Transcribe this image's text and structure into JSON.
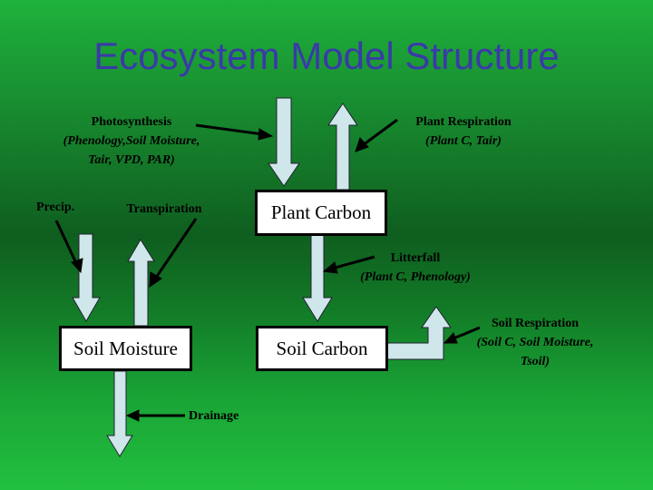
{
  "title": "Ecosystem Model Structure",
  "colors": {
    "title": "#3a3aa8",
    "arrow_fill": "#cfe6ea",
    "box_fill": "#ffffff",
    "pointer": "#000000"
  },
  "boxes": {
    "plant_carbon": "Plant Carbon",
    "soil_moisture": "Soil Moisture",
    "soil_carbon": "Soil Carbon"
  },
  "fluxes": {
    "photosynthesis": {
      "label": "Photosynthesis",
      "drivers_line1": "(Phenology,Soil Moisture,",
      "drivers_line2": "Tair, VPD, PAR)"
    },
    "plant_respiration": {
      "label": "Plant Respiration",
      "drivers_line1": "(Plant C, Tair)"
    },
    "precip": {
      "label": "Precip."
    },
    "transpiration": {
      "label": "Transpiration"
    },
    "litterfall": {
      "label": "Litterfall",
      "drivers_line1": "(Plant C, Phenology)"
    },
    "soil_respiration": {
      "label": "Soil Respiration",
      "drivers_line1": "(Soil C, Soil Moisture,",
      "drivers_line2": "Tsoil)"
    },
    "drainage": {
      "label": "Drainage"
    }
  }
}
